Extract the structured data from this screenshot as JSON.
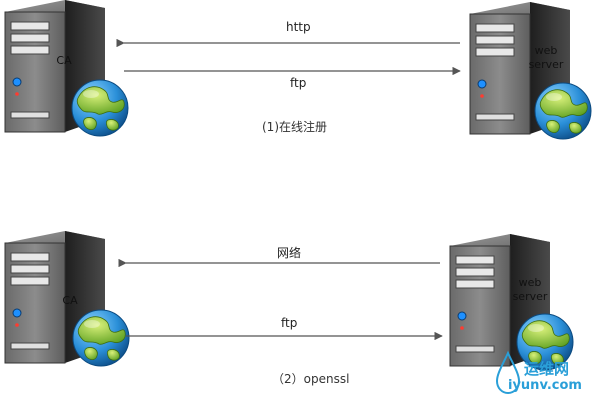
{
  "panel1": {
    "left_server": "CA",
    "right_server_line1": "web",
    "right_server_line2": "server",
    "arrow_top": "http",
    "arrow_bottom": "ftp",
    "caption": "(1)在线注册"
  },
  "panel2": {
    "left_server": "CA",
    "right_server_line1": "web",
    "right_server_line2": "server",
    "arrow_top": "网络",
    "arrow_bottom": "ftp",
    "caption": "（2）openssl"
  },
  "watermark": {
    "line1": "运维网",
    "line2": "iyunv.com"
  },
  "colors": {
    "arrow": "#555555",
    "server_body": "#3a3a3a",
    "globe_ocean": "#2a8fd8",
    "globe_land": "#8cc63f"
  }
}
